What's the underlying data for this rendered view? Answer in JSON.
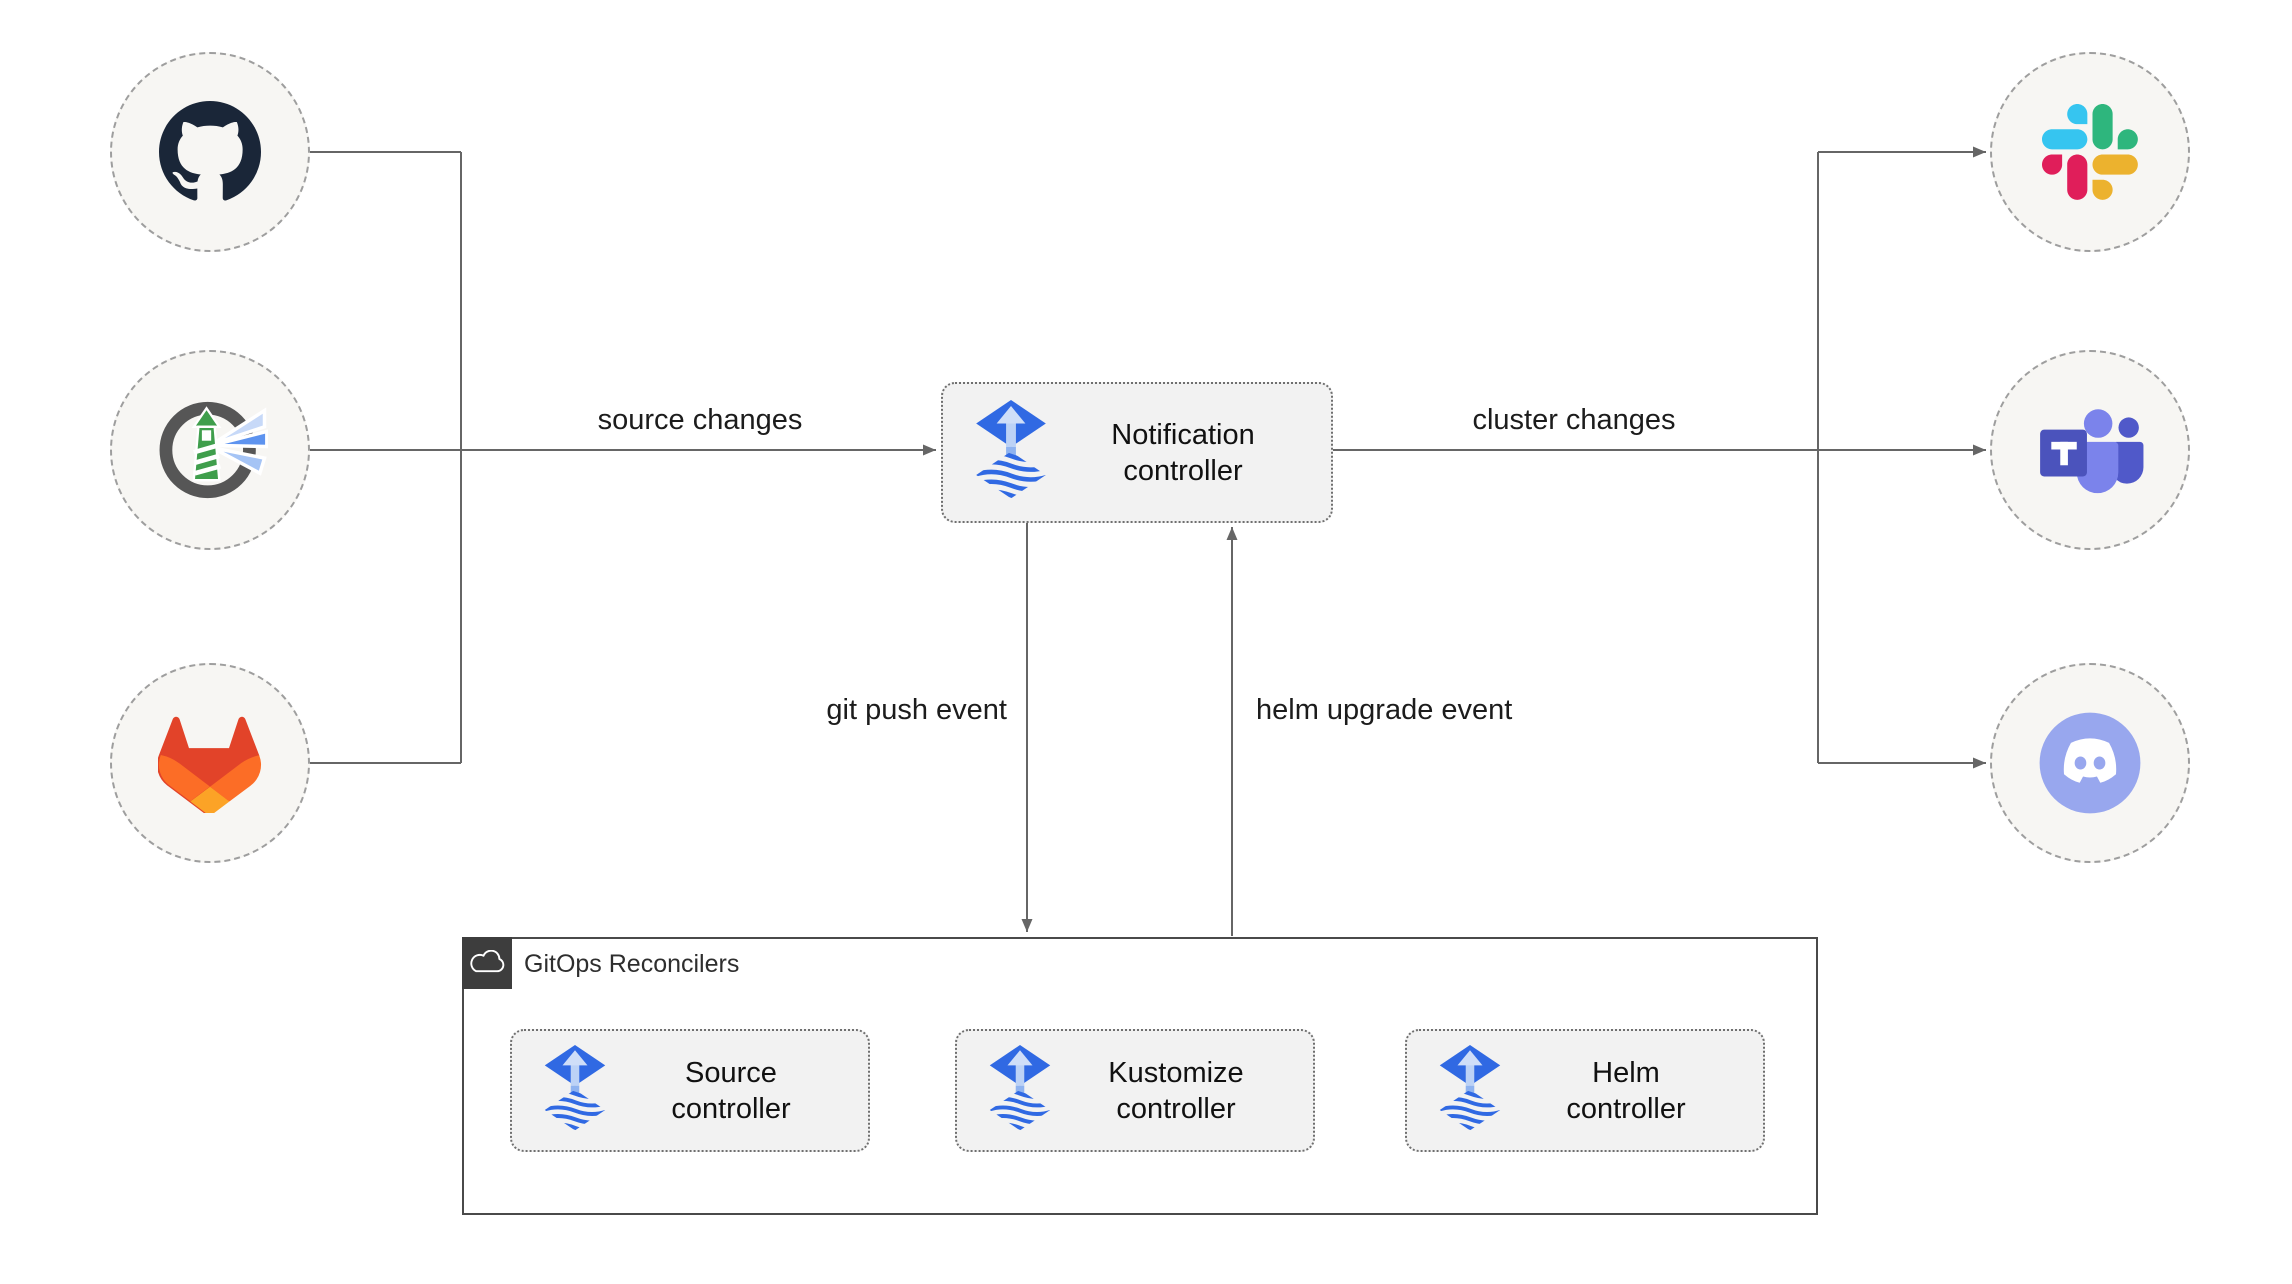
{
  "diagram": {
    "edge_labels": {
      "source_changes": "source changes",
      "cluster_changes": "cluster changes",
      "git_push_event": "git push event",
      "helm_upgrade_event": "helm upgrade event"
    },
    "notification": {
      "line1": "Notification",
      "line2": "controller",
      "icon": "flux-logo"
    },
    "sources": [
      {
        "id": "github",
        "icon": "github-logo"
      },
      {
        "id": "harbor",
        "icon": "harbor-logo"
      },
      {
        "id": "gitlab",
        "icon": "gitlab-logo"
      }
    ],
    "targets": [
      {
        "id": "slack",
        "icon": "slack-logo"
      },
      {
        "id": "teams",
        "icon": "microsoft-teams-logo"
      },
      {
        "id": "discord",
        "icon": "discord-logo"
      }
    ],
    "reconcilers": {
      "title": "GitOps Reconcilers",
      "header_icon": "cloud-icon",
      "controllers": [
        {
          "line1": "Source",
          "line2": "controller",
          "icon": "flux-logo"
        },
        {
          "line1": "Kustomize",
          "line2": "controller",
          "icon": "flux-logo"
        },
        {
          "line1": "Helm",
          "line2": "controller",
          "icon": "flux-logo"
        }
      ]
    },
    "colors": {
      "arrow": "#666666",
      "box_fill": "#f2f2f2",
      "box_border": "#6f6f6f",
      "circle_fill": "#f7f6f3",
      "circle_border": "#9e9e9e",
      "container_border": "#4a4a4a",
      "tab_fill": "#3d3d3d",
      "flux_blue": "#3069e3",
      "github_dark": "#1a2638",
      "slack_blue": "#36c5f0",
      "slack_green": "#2eb67d",
      "slack_red": "#e01e5a",
      "slack_yellow": "#ecb22e",
      "gitlab_red": "#e24329",
      "gitlab_orange": "#fc6d26",
      "gitlab_yellow": "#fca326",
      "teams_purple": "#4b53bc",
      "teams_light": "#7b83eb",
      "discord_blurple": "#98a7ee",
      "harbor_green": "#3f9e4c",
      "text": "#1f1f1f"
    }
  }
}
